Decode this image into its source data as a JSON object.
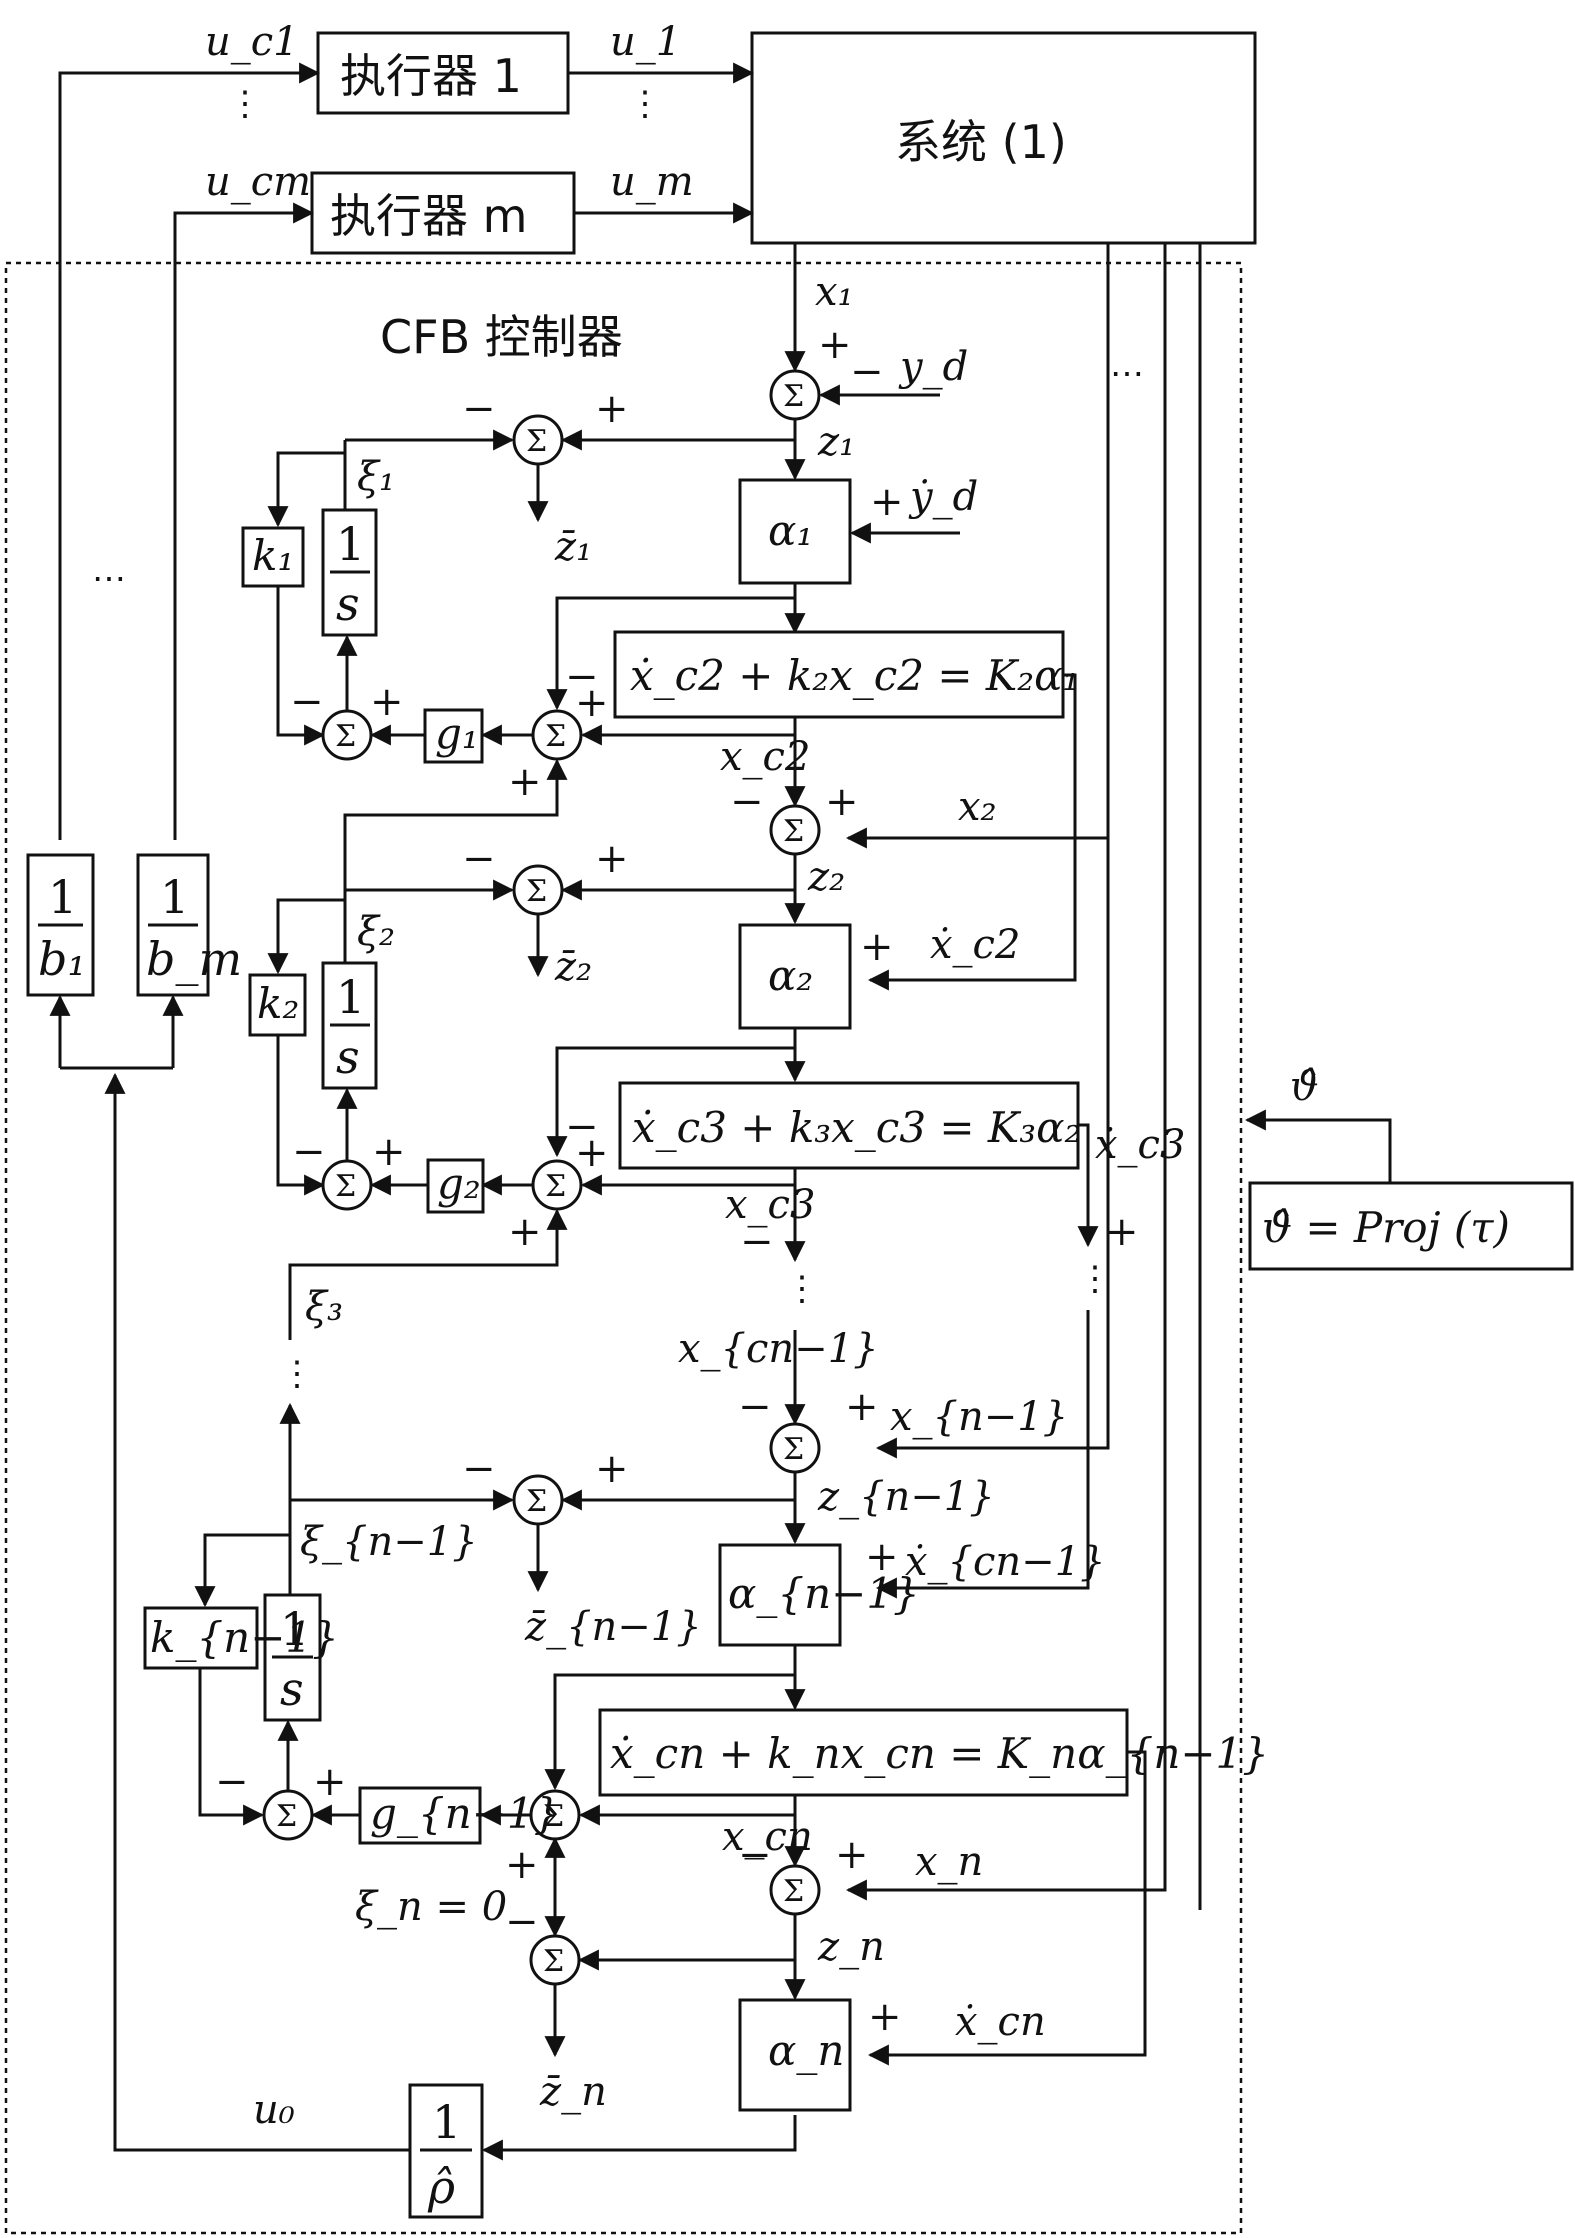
{
  "actuators": [
    {
      "label": "执行器 1",
      "input": "u_c1",
      "output": "u_1"
    },
    {
      "label": "执行器 m",
      "input": "u_cm",
      "output": "u_m"
    }
  ],
  "system": {
    "label": "系统 (1)"
  },
  "controller": {
    "label": "CFB 控制器"
  },
  "symbols": {
    "sum": "Σ",
    "plus": "+",
    "minus": "−",
    "dots": "⋯",
    "vdots": "⋮",
    "one": "1",
    "s": "s"
  },
  "signals": {
    "x1": "x₁",
    "yd": "y_d",
    "yd_dot": "ẏ_d",
    "z1": "z₁",
    "z1_bar": "z̄₁",
    "xi1": "ξ₁",
    "xi2": "ξ₂",
    "xi3": "ξ₃",
    "xi_n1": "ξ_{n−1}",
    "xi_n": "ξ_n = 0",
    "xc2": "x_c2",
    "xc2_dot": "ẋ_c2",
    "x2": "x₂",
    "z2": "z₂",
    "z2_bar": "z̄₂",
    "xc3": "x_c3",
    "xc3_dot": "ẋ_c3",
    "xcn1": "x_{cn−1}",
    "xcn1_dot": "ẋ_{cn−1}",
    "xn1": "x_{n−1}",
    "zn1": "z_{n−1}",
    "zn1_bar": "z̄_{n−1}",
    "xcn": "x_cn",
    "xcn_dot": "ẋ_cn",
    "xn": "x_n",
    "zn": "z_n",
    "zn_bar": "z̄_n",
    "u0": "u₀",
    "theta_hat": "ϑ̂"
  },
  "blocks": {
    "alpha1": "α₁",
    "alpha2": "α₂",
    "alpha_n1": "α_{n−1}",
    "alpha_n": "α_n",
    "k1": "k₁",
    "k2": "k₂",
    "k_n1": "k_{n−1}",
    "g1": "g₁",
    "g2": "g₂",
    "g_n1": "g_{n−1}",
    "filter2": "ẋ_c2 + k₂x_c2 = K₂α₁",
    "filter3": "ẋ_c3 + k₃x_c3 = K₃α₂",
    "filtern": "ẋ_cn + k_nx_cn = K_nα_{n−1}",
    "inv_b1": "b₁",
    "inv_bm": "b_m",
    "inv_rho": "ρ̂",
    "proj": "ϑ̂ = Proj (τ)"
  }
}
